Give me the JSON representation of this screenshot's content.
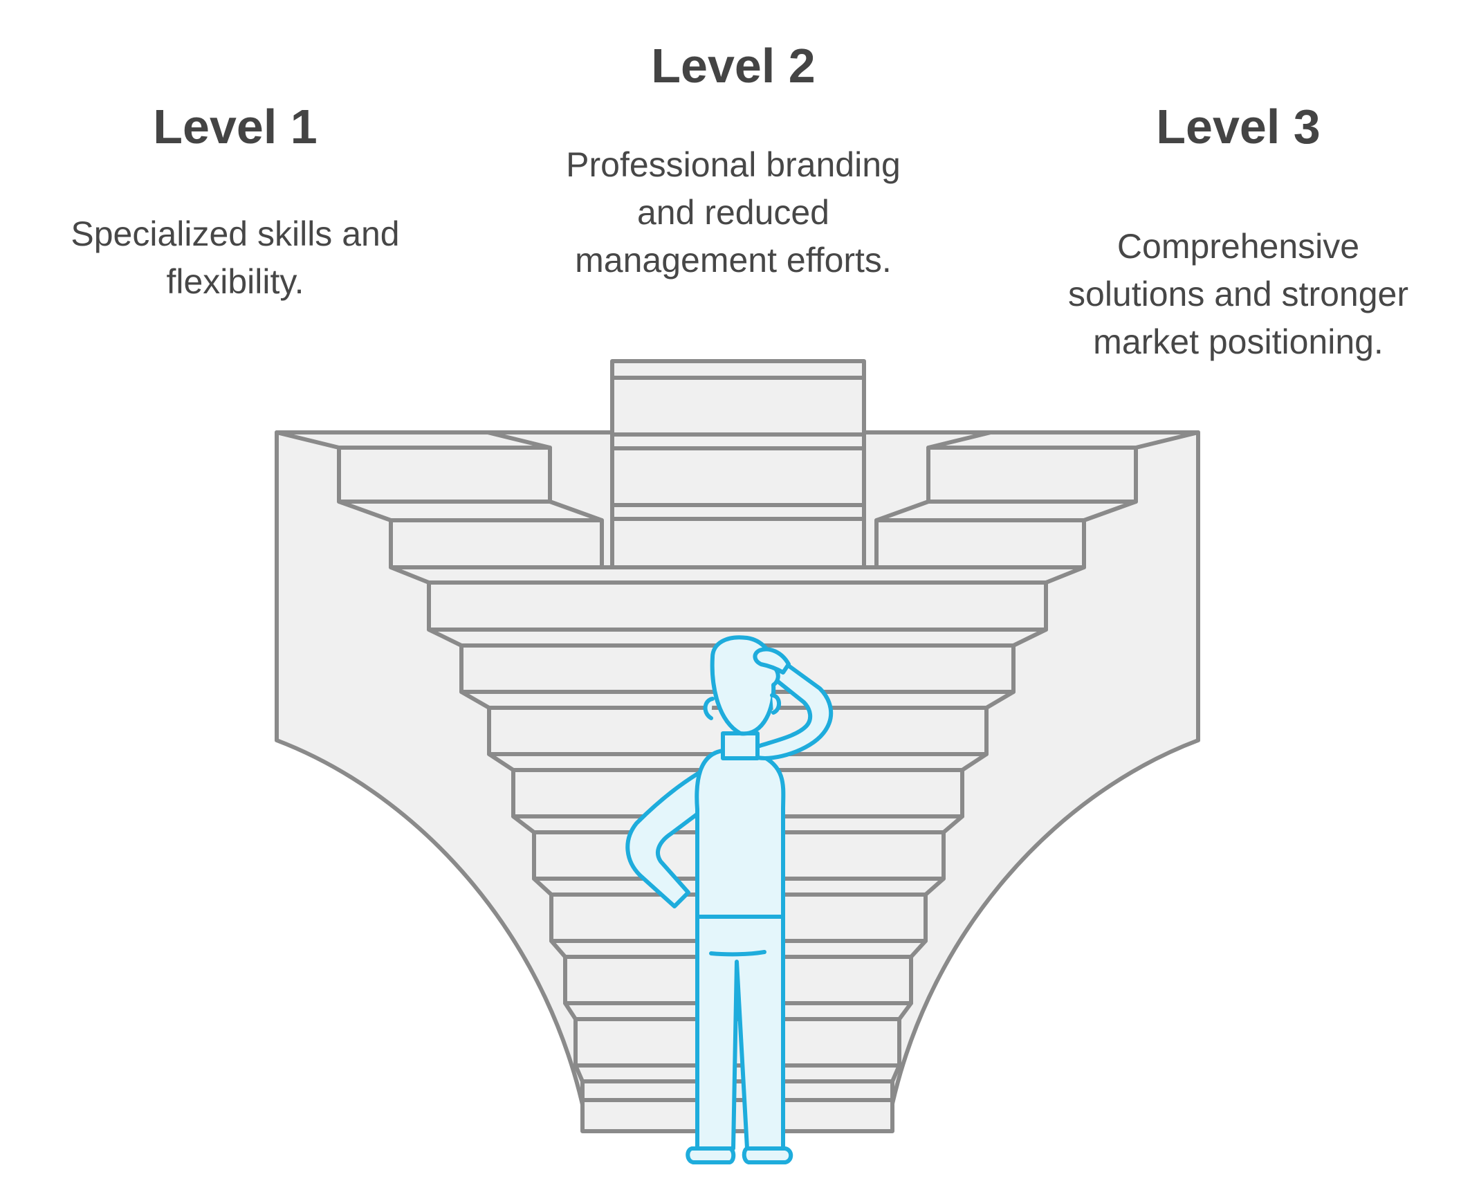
{
  "levels": [
    {
      "title": "Level 1",
      "description_lines": [
        "Specialized skills and",
        "flexibility."
      ]
    },
    {
      "title": "Level 2",
      "description_lines": [
        "Professional branding",
        "and reduced",
        "management efforts."
      ]
    },
    {
      "title": "Level 3",
      "description_lines": [
        "Comprehensive",
        "solutions and stronger",
        "market positioning."
      ]
    }
  ],
  "colors": {
    "stair_fill": "#f0f0f0",
    "stair_stroke": "#8a8a8a",
    "person_fill": "#e4f6fb",
    "person_stroke": "#1eacdc",
    "text": "#454545"
  }
}
